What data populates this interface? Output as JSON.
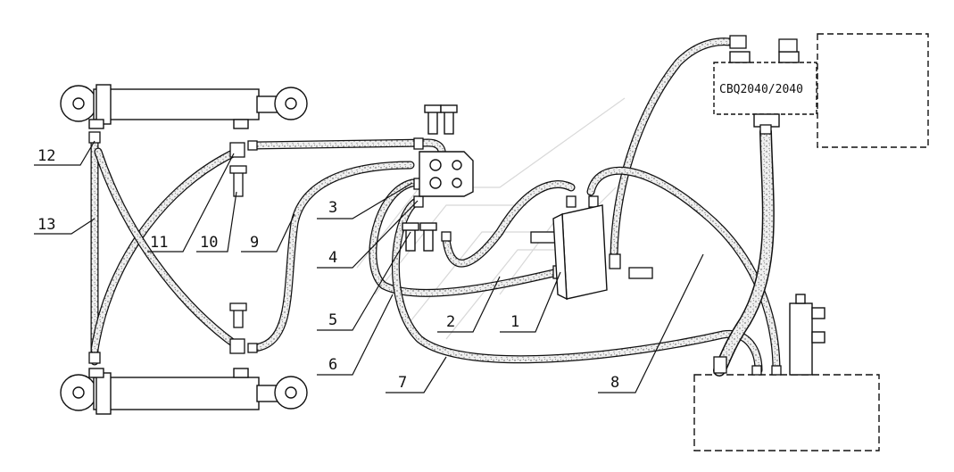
{
  "pump_label": "CBQ2040/2040",
  "callouts": [
    {
      "id": "1",
      "text": "1"
    },
    {
      "id": "2",
      "text": "2"
    },
    {
      "id": "3",
      "text": "3"
    },
    {
      "id": "4",
      "text": "4"
    },
    {
      "id": "5",
      "text": "5"
    },
    {
      "id": "6",
      "text": "6"
    },
    {
      "id": "7",
      "text": "7"
    },
    {
      "id": "8",
      "text": "8"
    },
    {
      "id": "9",
      "text": "9"
    },
    {
      "id": "10",
      "text": "10"
    },
    {
      "id": "11",
      "text": "11"
    },
    {
      "id": "12",
      "text": "12"
    },
    {
      "id": "13",
      "text": "13"
    }
  ],
  "colors": {
    "line": "#111111",
    "hose_fill": "#e6e6e6",
    "background": "#ffffff"
  }
}
